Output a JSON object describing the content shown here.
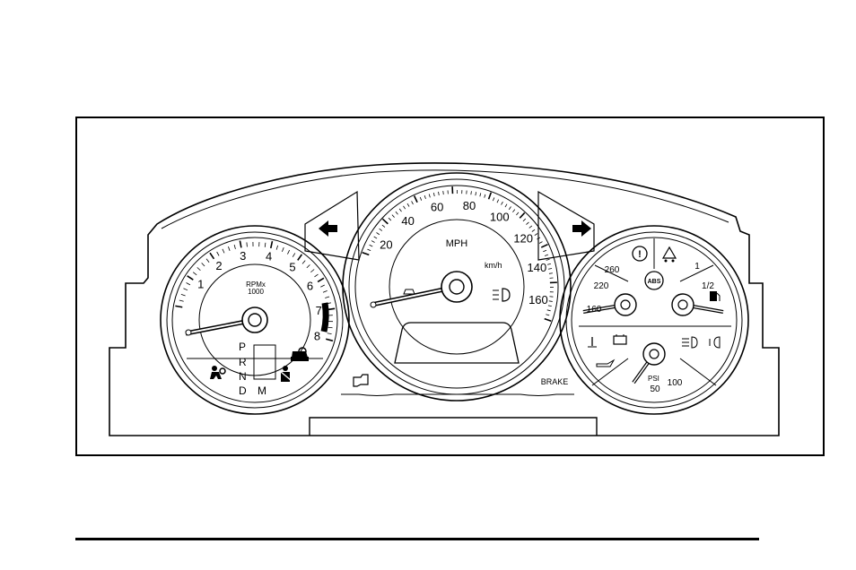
{
  "tachometer": {
    "ticks": [
      "1",
      "2",
      "3",
      "4",
      "5",
      "6",
      "7",
      "8"
    ],
    "unit_line1": "RPMx",
    "unit_line2": "1000",
    "prndm": [
      "P",
      "R",
      "N",
      "D",
      "M"
    ]
  },
  "speedometer": {
    "ticks": [
      "20",
      "40",
      "60",
      "80",
      "100",
      "120",
      "140",
      "160"
    ],
    "unit": "MPH",
    "secondary_unit": "km/h"
  },
  "right_cluster": {
    "temp_labels": [
      "260",
      "220",
      "160"
    ],
    "fuel_labels": [
      "1",
      "1/2"
    ],
    "psi_label": "PSI",
    "psi_ticks": [
      "50",
      "100"
    ],
    "abs_label": "ABS"
  },
  "lower_bar": {
    "brake_label": "BRAKE"
  },
  "icons": [
    "turn-left-arrow",
    "turn-right-arrow",
    "check-engine",
    "airbag",
    "seatbelt",
    "security",
    "headlamp",
    "battery",
    "oil",
    "fog-lamp",
    "traction",
    "tire-pressure"
  ]
}
